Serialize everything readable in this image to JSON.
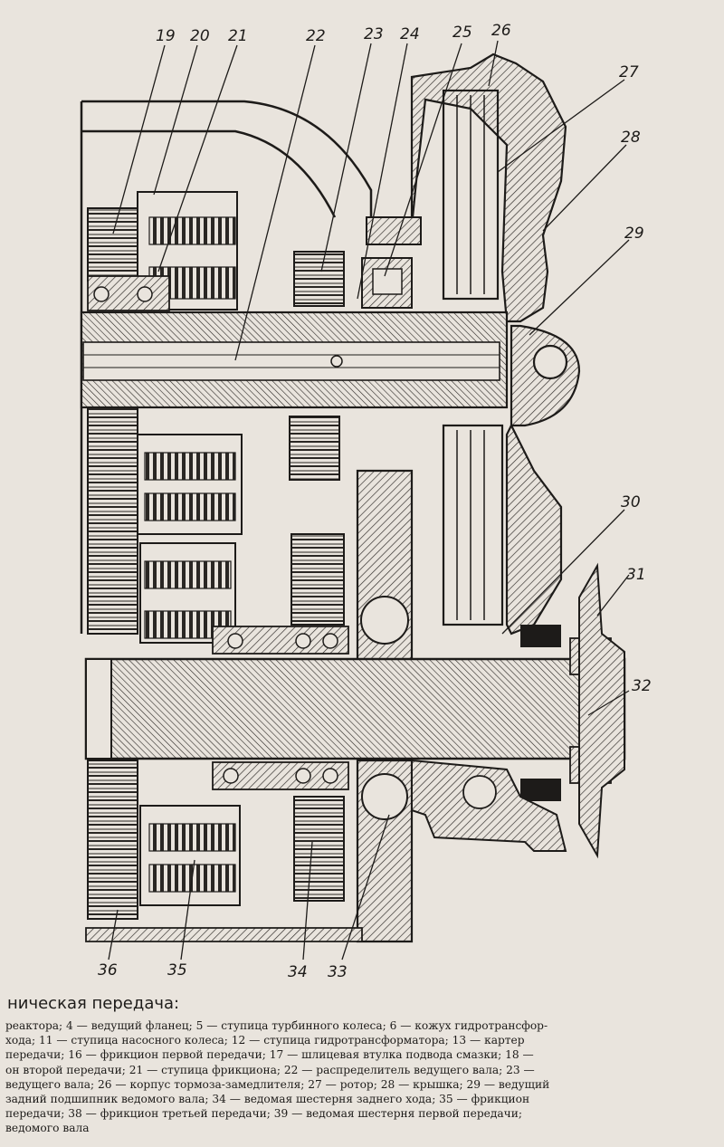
{
  "figure": {
    "callouts": [
      "19",
      "20",
      "21",
      "22",
      "23",
      "24",
      "25",
      "26",
      "27",
      "28",
      "29",
      "30",
      "31",
      "32",
      "33",
      "34",
      "35",
      "36"
    ]
  },
  "caption": {
    "title": "ническая передача:",
    "lines": [
      "реактора; 4 — ведущий фланец; 5 — ступица турбинного колеса; 6 — кожух гидротрансфор-",
      "хода; 11 — ступица насосного колеса; 12 — ступица гидротрансформатора; 13 — картер",
      "передачи; 16 — фрикцион первой передачи; 17 — шлицевая втулка подвода смазки; 18 —",
      "он второй передачи; 21 — ступица фрикциона; 22 — распределитель ведущего вала; 23 —",
      "ведущего вала; 26 — корпус тормоза-замедлителя; 27 — ротор; 28 — крышка; 29 — ведущий",
      "задний подшипник ведомого вала; 34 — ведомая шестерня заднего хода; 35 — фрикцион",
      "передачи; 38 — фрикцион третьей передачи; 39 — ведомая шестерня первой передачи;",
      "ведомого вала"
    ]
  }
}
